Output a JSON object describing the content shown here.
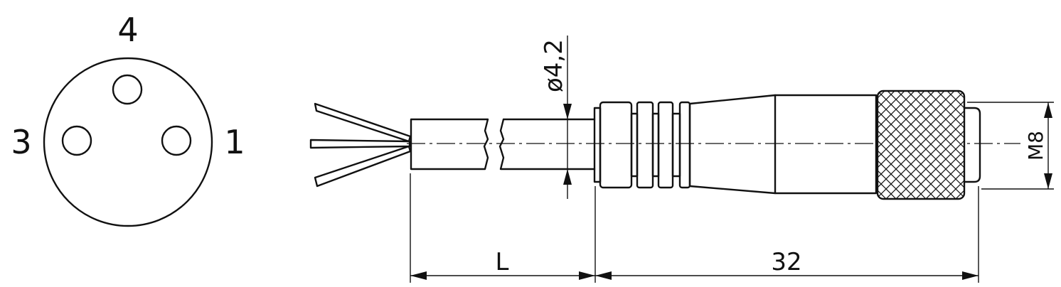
{
  "pin_view": {
    "pins": [
      {
        "label": "4"
      },
      {
        "label": "3"
      },
      {
        "label": "1"
      }
    ]
  },
  "dimensions": {
    "cable_diameter": "ø4,2",
    "cable_length": "L",
    "connector_length": "32",
    "thread": "M8"
  }
}
